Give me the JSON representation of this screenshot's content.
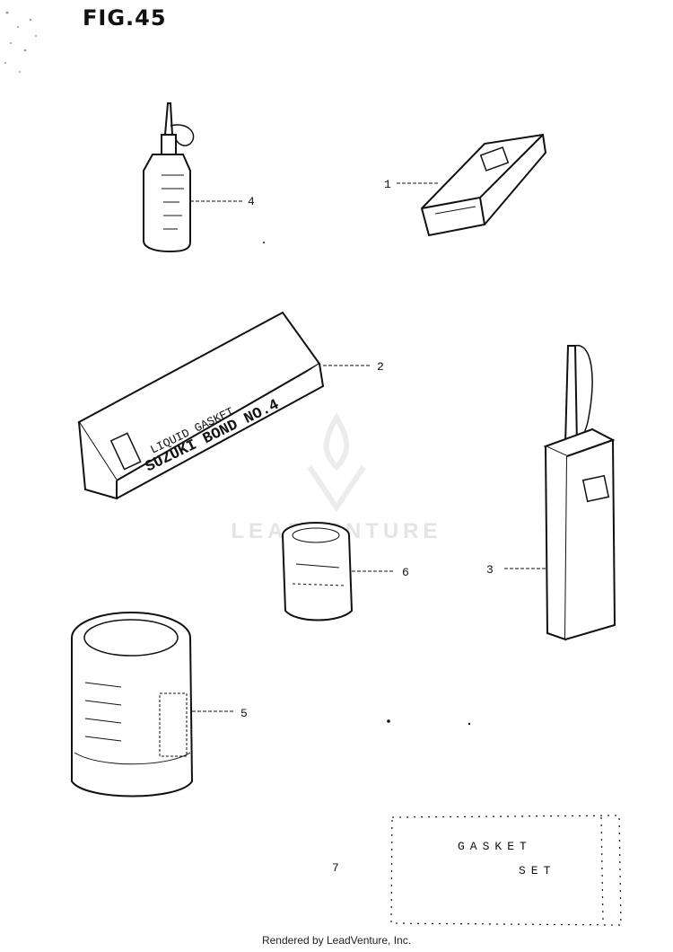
{
  "figure": {
    "title": "FIG.45"
  },
  "callouts": [
    {
      "id": "1",
      "label": "1"
    },
    {
      "id": "2",
      "label": "2"
    },
    {
      "id": "3",
      "label": "3"
    },
    {
      "id": "4",
      "label": "4"
    },
    {
      "id": "5",
      "label": "5"
    },
    {
      "id": "6",
      "label": "6"
    },
    {
      "id": "7",
      "label": "7"
    }
  ],
  "parts": {
    "bond_box": {
      "line1": "LIQUID GASKET",
      "line2": "SUZUKI BOND NO.4"
    },
    "gasket_set": {
      "line1": "GASKET",
      "line2": "SET"
    }
  },
  "watermark": {
    "text": "LEADVENTURE"
  },
  "footer": {
    "text": "Rendered by LeadVenture, Inc."
  }
}
